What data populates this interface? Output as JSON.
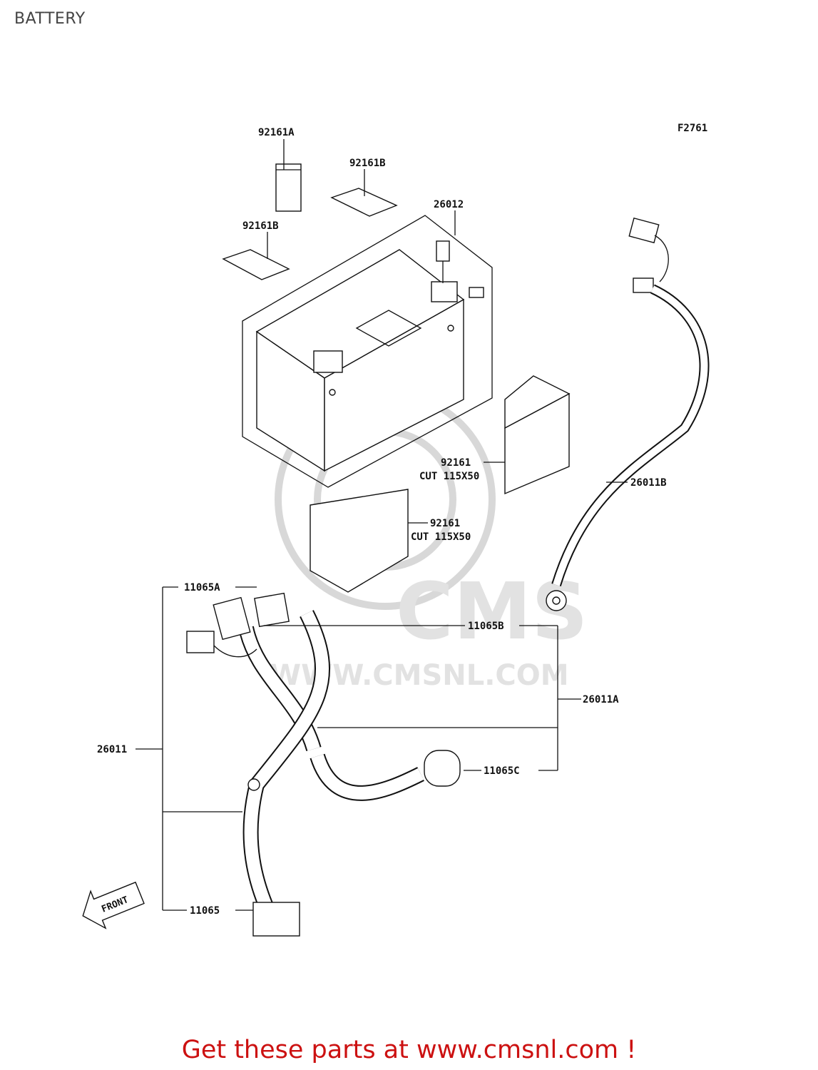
{
  "header": {
    "title": "BATTERY"
  },
  "figure_code": "F2761",
  "callouts": {
    "p92161A": "92161A",
    "p92161B_top": "92161B",
    "p92161B_left": "92161B",
    "p26012": "26012",
    "p92161_right": "92161",
    "p92161_right_cut": "CUT 115X50",
    "p92161_mid": "92161",
    "p92161_mid_cut": "CUT 115X50",
    "p26011B": "26011B",
    "p11065A": "11065A",
    "p11065B": "11065B",
    "p26011A": "26011A",
    "p26011": "26011",
    "p11065C": "11065C",
    "p11065": "11065"
  },
  "front_arrow": "FRONT",
  "watermark": {
    "logo": "CMS",
    "url": "WWW.CMSNL.COM"
  },
  "footer": {
    "text": "Get these parts at www.cmsnl.com !"
  },
  "colors": {
    "footer": "#cc1111",
    "lines": "#111111",
    "watermark": "#d8d8d8"
  }
}
